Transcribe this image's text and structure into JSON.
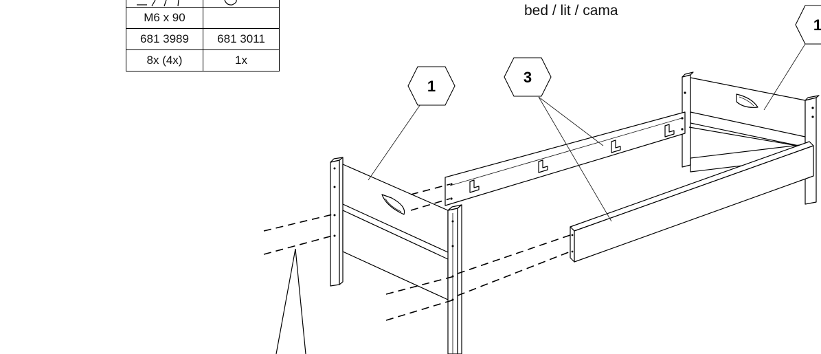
{
  "table": {
    "rows": [
      [
        "M6 x 90",
        ""
      ],
      [
        "681 3989",
        "681 3011"
      ],
      [
        "8x (4x)",
        "1x"
      ]
    ]
  },
  "caption": "bed / lit / cama",
  "callouts": {
    "left_end": "1",
    "right_end": "1",
    "side_rails": "3"
  }
}
